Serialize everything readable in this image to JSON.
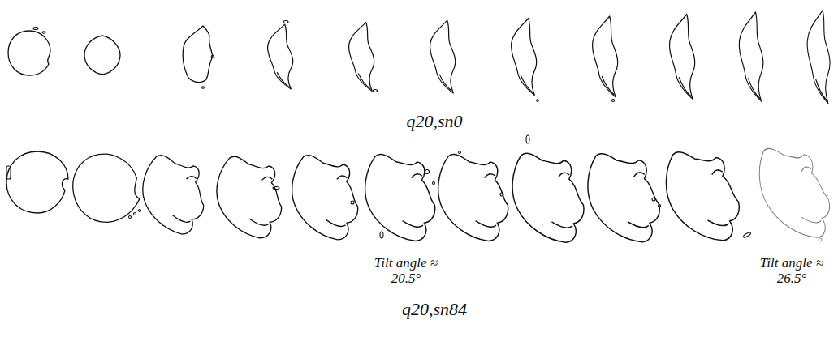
{
  "diagram": {
    "labels": [
      "q20,sn0",
      "Tilt angle ≈ 20.5°",
      "Tilt angle ≈ 26.5°",
      "q20,sn84"
    ]
  }
}
